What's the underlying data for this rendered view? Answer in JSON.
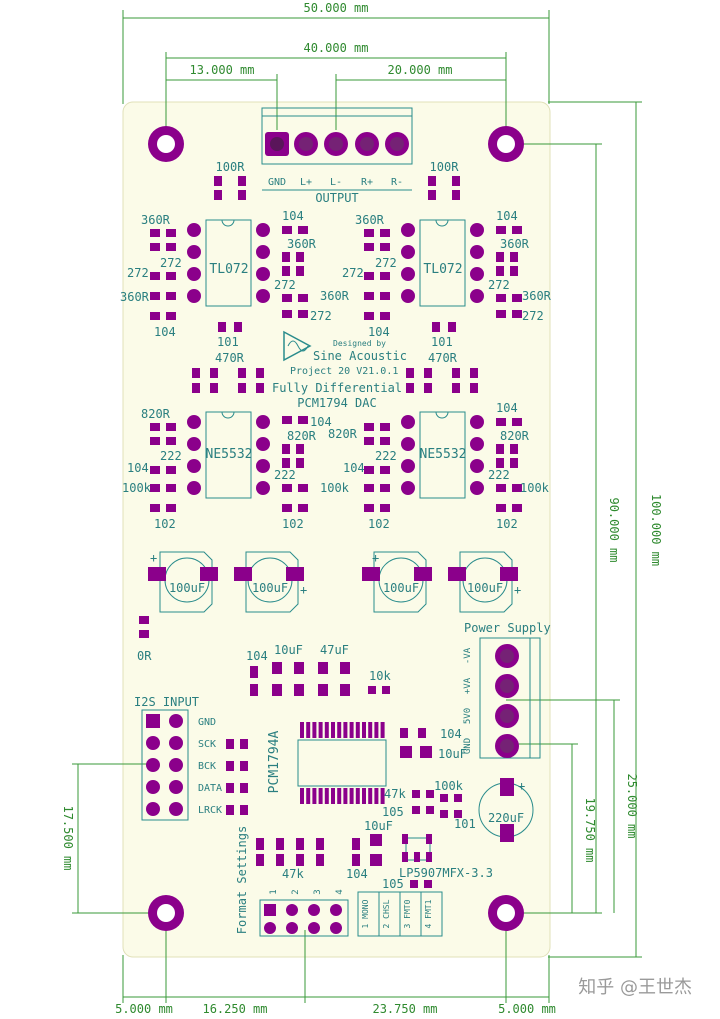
{
  "colors": {
    "board": "#fbfbe8",
    "pad": "#8b008b",
    "silk": "#2a8c8c",
    "dimension": "#3a9a3a",
    "hole": "#ffffff"
  },
  "dimensions": {
    "width_total": "50.000 mm",
    "width_holes": "40.000 mm",
    "left_offset": "13.000 mm",
    "pin_span": "20.000 mm",
    "height_total": "100.000 mm",
    "height_holes": "90.000 mm",
    "right_lower": "25.000 mm",
    "psu_offset": "19.750 mm",
    "left_height": "17.500 mm",
    "bottom_left": "5.000 mm",
    "bottom_mid1": "16.250 mm",
    "bottom_mid2": "23.750 mm",
    "bottom_right": "5.000 mm"
  },
  "output": {
    "title": "OUTPUT",
    "pins": [
      "GND",
      "L+",
      "L-",
      "R+",
      "R-"
    ]
  },
  "logo": {
    "designed_by": "Designed by",
    "brand": "Sine Acoustic",
    "project": "Project 20 V21.0.1",
    "line1": "Fully Differential",
    "line2": "PCM1794 DAC"
  },
  "ics": {
    "tl072": "TL072",
    "ne5532": "NE5532",
    "pcm": "PCM1794A",
    "ldo": "LP5907MFX-3.3"
  },
  "components": {
    "r100": "100R",
    "r360": "360R",
    "c272": "272",
    "c104": "104",
    "c101": "101",
    "r470": "470R",
    "r820": "820R",
    "c222": "222",
    "r100k": "100k",
    "c102": "102",
    "cap100u": "100uF",
    "r0": "0R",
    "c10u": "10uF",
    "c47u": "47uF",
    "r10k": "10k",
    "r47k": "47k",
    "c105": "105",
    "cap220u": "220uF"
  },
  "power": {
    "title": "Power Supply",
    "pins": [
      "-VA",
      "+VA",
      "5V0",
      "GND"
    ]
  },
  "i2s": {
    "title": "I2S INPUT",
    "pins": [
      "GND",
      "SCK",
      "BCK",
      "DATA",
      "LRCK"
    ]
  },
  "format": {
    "title": "Format Settings",
    "numbers": [
      "1",
      "2",
      "3",
      "4"
    ],
    "options": [
      "1 MONO",
      "2 CHSL",
      "3 FMT0",
      "4 FMT1"
    ]
  },
  "watermark": "知乎 @王世杰"
}
